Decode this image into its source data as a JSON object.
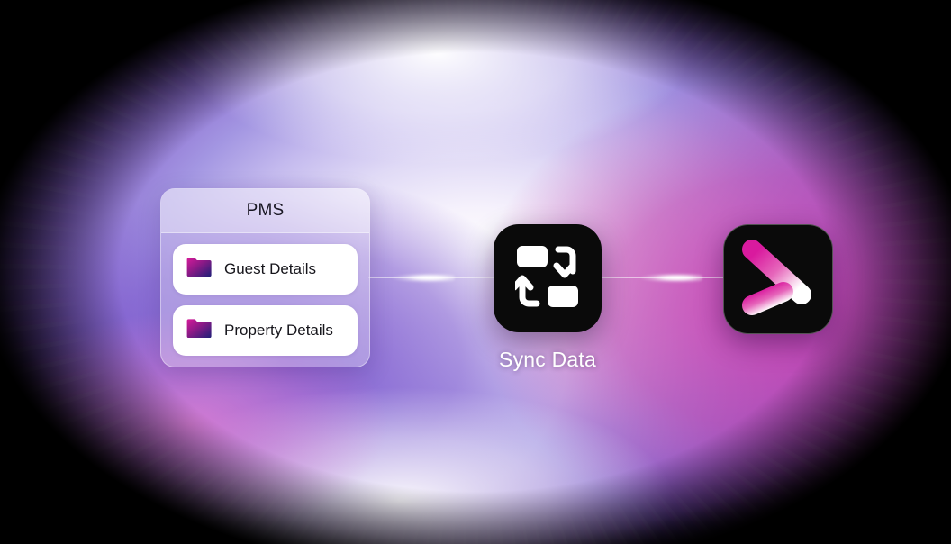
{
  "diagram": {
    "title": "PMS to platform data sync flow",
    "background": {
      "glow_colors": [
        "#ffffff",
        "#a396e2",
        "#7a56cd",
        "#ce3eb0",
        "#e180d4"
      ],
      "frame_color": "#000000"
    },
    "source_card": {
      "name": "PMS",
      "header_label": "PMS",
      "items": [
        {
          "label": "Guest Details",
          "icon": "folder-icon"
        },
        {
          "label": "Property Details",
          "icon": "folder-icon"
        }
      ],
      "folder_gradient": {
        "from": "#d61b9a",
        "mid": "#8b1a86",
        "to": "#1f1f78"
      },
      "card_bg": "#ffffff"
    },
    "sync_node": {
      "label": "Sync Data",
      "icon": "sync-arrows-icon",
      "tile_color": "#0a0a0a",
      "icon_color": "#ffffff"
    },
    "destination_node": {
      "icon": "brand-play-mark-icon",
      "tile_color": "#0a0a0a",
      "logo_gradient": {
        "from": "#d91a9e",
        "to": "#ffffff"
      }
    },
    "connectors": [
      {
        "name": "pms-to-sync",
        "from": "PMS",
        "to": "Sync Data",
        "style": "glowing-pulse-line"
      },
      {
        "name": "sync-to-destination",
        "from": "Sync Data",
        "to": "destination",
        "style": "glowing-pulse-line"
      }
    ]
  }
}
